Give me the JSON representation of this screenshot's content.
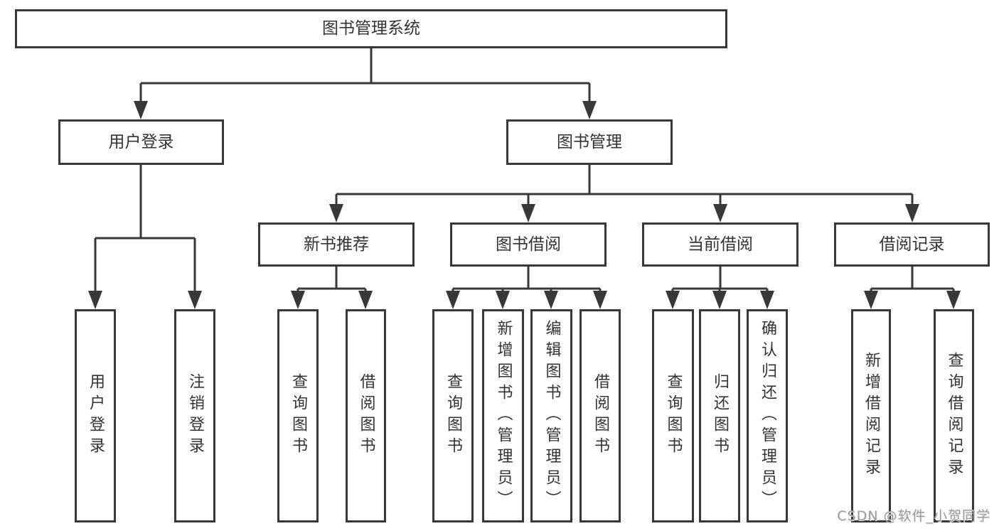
{
  "nodes": {
    "root": {
      "label": "图书管理系统"
    },
    "level1": [
      {
        "label": "用户登录"
      },
      {
        "label": "图书管理"
      }
    ],
    "level2": [
      {
        "label": "新书推荐"
      },
      {
        "label": "图书借阅"
      },
      {
        "label": "当前借阅"
      },
      {
        "label": "借阅记录"
      }
    ],
    "leaves": [
      {
        "label": "用户登录"
      },
      {
        "label": "注销登录"
      },
      {
        "label": "查询图书"
      },
      {
        "label": "借阅图书"
      },
      {
        "label": "查询图书"
      },
      {
        "label": "新增图书（管理员）"
      },
      {
        "label": "编辑图书（管理员）"
      },
      {
        "label": "借阅图书"
      },
      {
        "label": "查询图书"
      },
      {
        "label": "归还图书"
      },
      {
        "label": "确认归还（管理员）"
      },
      {
        "label": "新增借阅记录"
      },
      {
        "label": "查询借阅记录"
      }
    ]
  },
  "hierarchy": {
    "图书管理系统": {
      "用户登录": [
        "用户登录",
        "注销登录"
      ],
      "图书管理": {
        "新书推荐": [
          "查询图书",
          "借阅图书"
        ],
        "图书借阅": [
          "查询图书",
          "新增图书（管理员）",
          "编辑图书（管理员）",
          "借阅图书"
        ],
        "当前借阅": [
          "查询图书",
          "归还图书",
          "确认归还（管理员）"
        ],
        "借阅记录": [
          "新增借阅记录",
          "查询借阅记录"
        ]
      }
    }
  },
  "watermark": {
    "text": "CSDN @软件_小贺同学"
  },
  "colors": {
    "line": "#383838",
    "box_border": "#383838",
    "text": "#333333",
    "background": "#ffffff",
    "watermark": "#9c9c9c"
  }
}
